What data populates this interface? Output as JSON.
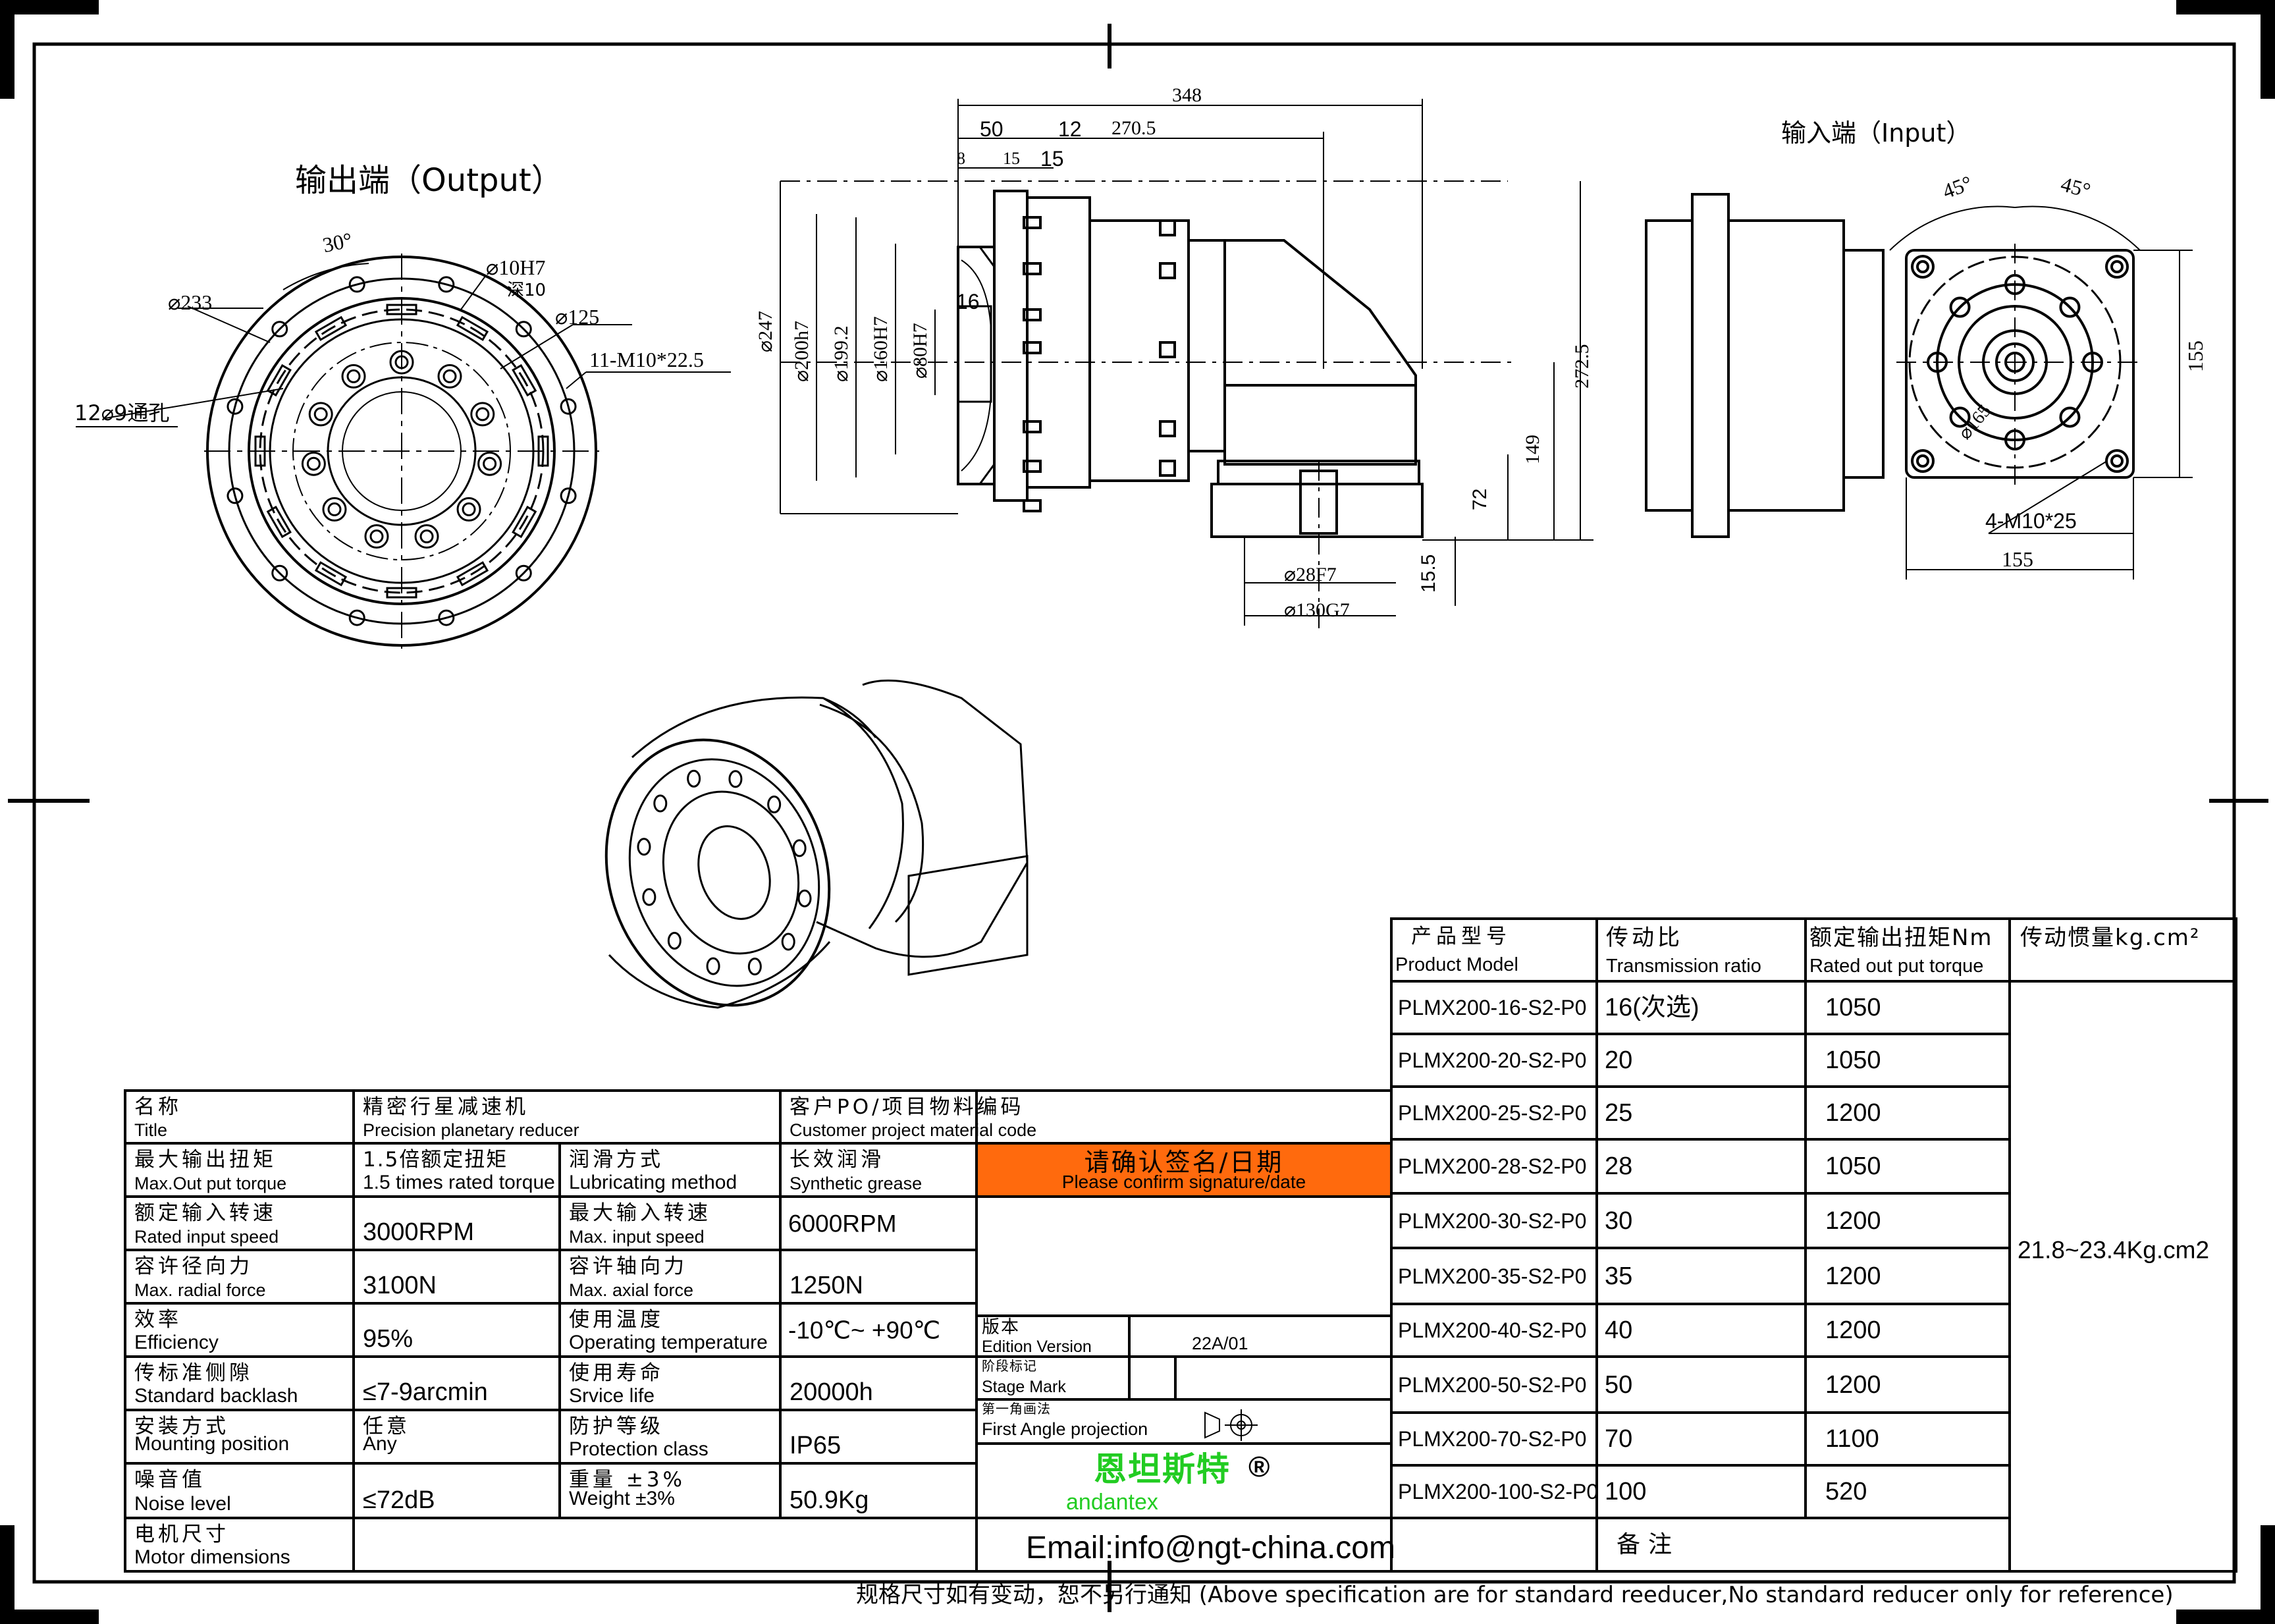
{
  "views": {
    "output_title": "输出端（Output）",
    "input_title": "输入端（Input）"
  },
  "dimensions": {
    "output": [
      "30°",
      "⌀233",
      "⌀10H7",
      "深10",
      "⌀125",
      "11-M10*22.5",
      "12⌀9通孔"
    ],
    "side": [
      "348",
      "50",
      "12",
      "270.5",
      "8",
      "15",
      "15",
      "16",
      "⌀247",
      "⌀200h7",
      "⌀199.2",
      "⌀160H7",
      "⌀80H7",
      "272.5",
      "149",
      "72",
      "15.5",
      "⌀28F7",
      "⌀130G7"
    ],
    "input": [
      "45°",
      "45°",
      "155",
      "⌀165",
      "4-M10*25",
      "155"
    ]
  },
  "specs": {
    "title": {
      "zh": "名称",
      "en": "Title",
      "value_zh": "精密行星减速机",
      "value_en": "Precision planetary reducer"
    },
    "customer": {
      "zh": "客户PO/项目物料编码",
      "en": "Customer project material code"
    },
    "max_torque": {
      "zh": "最大输出扭矩",
      "en": "Max.Out put torque",
      "value_zh": "1.5倍额定扭矩",
      "value_en": "1.5 times rated torque"
    },
    "lubrication": {
      "zh": "润滑方式",
      "en": "Lubricating method",
      "value_zh": "长效润滑",
      "value_en": "Synthetic grease"
    },
    "confirm": {
      "zh": "请确认签名/日期",
      "en": "Please confirm signature/date"
    },
    "rated_speed": {
      "zh": "额定输入转速",
      "en": "Rated input speed",
      "value": "3000RPM"
    },
    "max_speed": {
      "zh": "最大输入转速",
      "en": "Max. input speed",
      "value": "6000RPM"
    },
    "radial": {
      "zh": "容许径向力",
      "en": "Max. radial force",
      "value": "3100N"
    },
    "axial": {
      "zh": "容许轴向力",
      "en": "Max. axial force",
      "value": "1250N"
    },
    "efficiency": {
      "zh": "效率",
      "en": "Efficiency",
      "value": "95%"
    },
    "temperature": {
      "zh": "使用温度",
      "en": "Operating temperature",
      "value": "-10℃~ +90℃"
    },
    "backlash": {
      "zh": "传标准侧隙",
      "en": "Standard backlash",
      "value": "≤7-9arcmin"
    },
    "life": {
      "zh": "使用寿命",
      "en": "Srvice life",
      "value": "20000h"
    },
    "mounting": {
      "zh": "安装方式",
      "en": "Mounting position",
      "value_zh": "任意",
      "value_en": "Any"
    },
    "protection": {
      "zh": "防护等级",
      "en": "Protection class",
      "value": "IP65"
    },
    "noise": {
      "zh": "噪音值",
      "en": "Noise level",
      "value": "≤72dB"
    },
    "weight": {
      "zh": "重量 ±3%",
      "en": "Weight ±3%",
      "value": "50.9Kg"
    },
    "motor": {
      "zh": "电机尺寸",
      "en": "Motor dimensions"
    },
    "edition": {
      "zh": "版本",
      "en": "Edition Version",
      "value": "22A/01"
    },
    "stage": {
      "zh": "阶段标记",
      "en": "Stage Mark"
    },
    "projection": {
      "zh": "第一角画法",
      "en": "First Angle projection"
    },
    "brand": {
      "zh": "恩坦斯特",
      "mark": "®",
      "en": "andantex"
    },
    "email": "Email:info@ngt-china.com",
    "remark": "备注"
  },
  "models": {
    "headers": [
      {
        "zh": "产品型号",
        "en": "Product Model"
      },
      {
        "zh": "传动比",
        "en": "Transmission ratio"
      },
      {
        "zh": "额定输出扭矩Nm",
        "en": "Rated out put torque"
      },
      {
        "zh": "传动惯量kg.cm²",
        "en": ""
      }
    ],
    "rows": [
      {
        "model": "PLMX200-16-S2-P0",
        "ratio": "16(次选)",
        "torque": "1050"
      },
      {
        "model": "PLMX200-20-S2-P0",
        "ratio": "20",
        "torque": "1050"
      },
      {
        "model": "PLMX200-25-S2-P0",
        "ratio": "25",
        "torque": "1200"
      },
      {
        "model": "PLMX200-28-S2-P0",
        "ratio": "28",
        "torque": "1050"
      },
      {
        "model": "PLMX200-30-S2-P0",
        "ratio": "30",
        "torque": "1200"
      },
      {
        "model": "PLMX200-35-S2-P0",
        "ratio": "35",
        "torque": "1200"
      },
      {
        "model": "PLMX200-40-S2-P0",
        "ratio": "40",
        "torque": "1200"
      },
      {
        "model": "PLMX200-50-S2-P0",
        "ratio": "50",
        "torque": "1200"
      },
      {
        "model": "PLMX200-70-S2-P0",
        "ratio": "70",
        "torque": "1100"
      },
      {
        "model": "PLMX200-100-S2-P0",
        "ratio": "100",
        "torque": "520"
      }
    ],
    "inertia": "21.8~23.4Kg.cm2"
  },
  "footer": "规格尺寸如有变动，恕不另行通知  (Above specification are for standard reeducer,No standard reducer only for reference)",
  "colors": {
    "accent": "#ff6a0d",
    "brand": "#22cc22"
  }
}
